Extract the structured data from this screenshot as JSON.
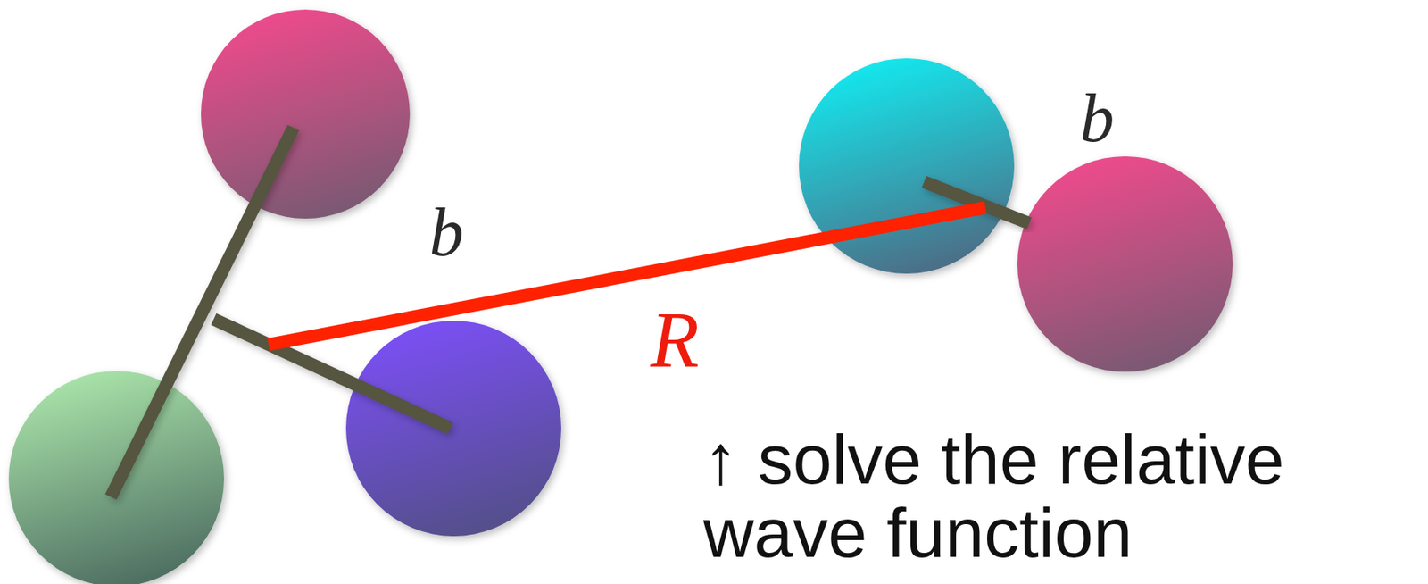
{
  "diagram": {
    "nodes": [
      {
        "text": [
          "b"
        ]
      },
      {
        "text": [
          "b"
        ]
      }
    ],
    "edges": [
      {
        "from": 0,
        "to": 1,
        "arrow": "none",
        "label": "R"
      }
    ],
    "labels": [
      "↑ solve the relative wave function"
    ]
  }
}
